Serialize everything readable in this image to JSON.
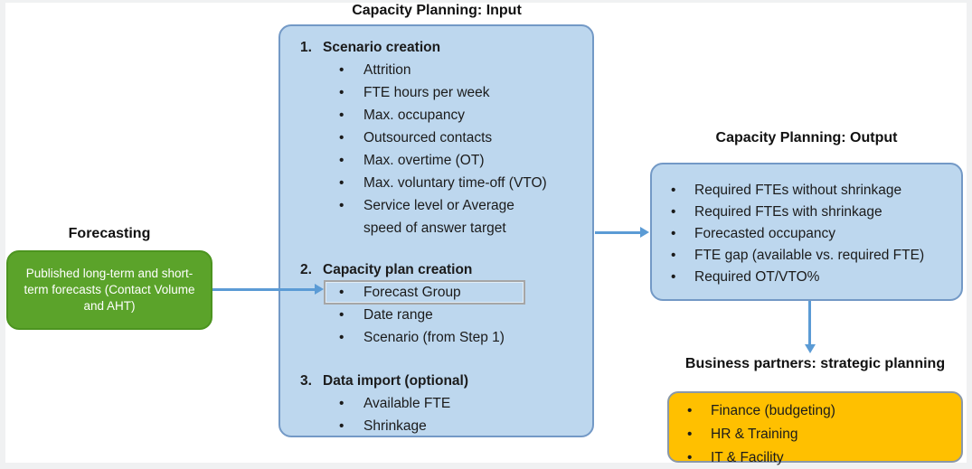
{
  "bullet": "•",
  "colors": {
    "blue-fill": "#BDD7EE",
    "blue-border": "#7399C6",
    "green-fill": "#5BA32A",
    "green-border": "#4C941F",
    "orange-fill": "#FFC000",
    "orange-border": "#8A98A8",
    "arrow": "#5B9BD5",
    "highlight-border": "#A6A6A6"
  },
  "forecasting": {
    "title": "Forecasting",
    "text": "Published long-term and short-\nterm forecasts (Contact Volume\nand AHT)"
  },
  "input": {
    "title": "Capacity Planning: Input",
    "sections": [
      {
        "number": "1.",
        "heading": "Scenario creation",
        "items": [
          "Attrition",
          "FTE hours per week",
          "Max. occupancy",
          "Outsourced contacts",
          "Max. overtime (OT)",
          "Max. voluntary time-off (VTO)",
          "Service level or Average\nspeed of answer target"
        ]
      },
      {
        "number": "2.",
        "heading": "Capacity plan creation",
        "items": [
          "Forecast Group",
          "Date range",
          "Scenario (from Step 1)"
        ]
      },
      {
        "number": "3.",
        "heading": "Data import (optional)",
        "items": [
          "Available FTE",
          "Shrinkage"
        ]
      }
    ]
  },
  "output": {
    "title": "Capacity Planning: Output",
    "items": [
      "Required FTEs without shrinkage",
      "Required FTEs with shrinkage",
      "Forecasted occupancy",
      "FTE gap (available vs. required FTE)",
      "Required OT/VTO%"
    ]
  },
  "business": {
    "title": "Business partners: strategic planning",
    "items": [
      "Finance (budgeting)",
      "HR & Training",
      "IT & Facility"
    ]
  }
}
